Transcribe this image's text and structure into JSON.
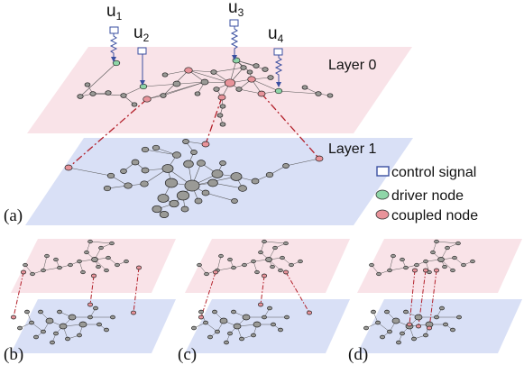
{
  "labels": {
    "u1": "u",
    "u1_sub": "1",
    "u2": "u",
    "u2_sub": "2",
    "u3": "u",
    "u3_sub": "3",
    "u4": "u",
    "u4_sub": "4",
    "layer0": "Layer 0",
    "layer1": "Layer 1",
    "panel_a": "(a)",
    "panel_b": "(b)",
    "panel_c": "(c)",
    "panel_d": "(d)"
  },
  "legend": {
    "control_signal": "control signal",
    "driver_node": "driver node",
    "coupled_node": "coupled node"
  },
  "colors": {
    "layer0_fill": "#f9e3e8",
    "layer1_fill": "#d9e0f6",
    "driver_node": "#8fd6a8",
    "coupled_node": "#e8939a",
    "regular_node": "#9a9a96",
    "control_signal": "#3a4fa0",
    "interlayer_link": "#b3202a"
  }
}
